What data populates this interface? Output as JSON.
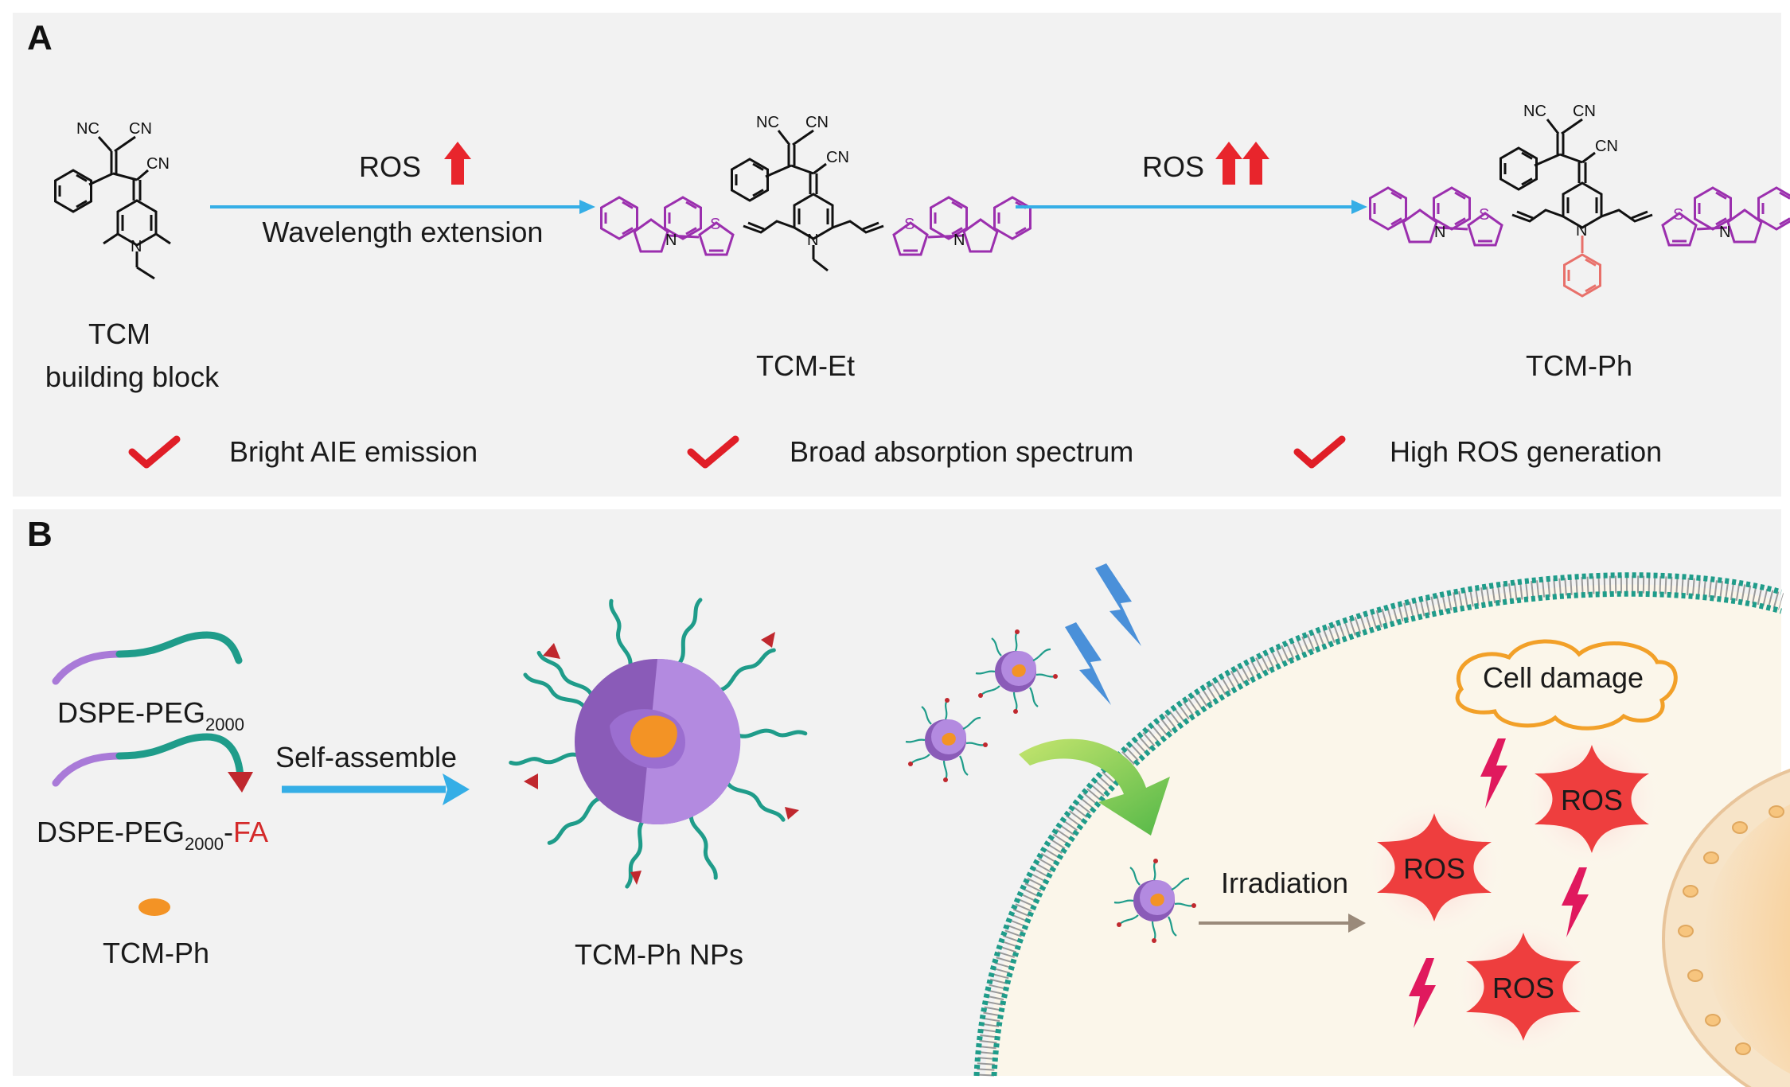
{
  "panel_a": {
    "letter": "A",
    "compounds": [
      {
        "name": "TCM",
        "subtitle": "building block"
      },
      {
        "name": "TCM-Et"
      },
      {
        "name": "TCM-Ph"
      }
    ],
    "arrow1": {
      "top": "ROS",
      "bottom": "Wavelength extension"
    },
    "arrow2": {
      "top": "ROS"
    },
    "atoms": {
      "nc": "NC",
      "cn": "CN",
      "n": "N",
      "s": "S"
    },
    "features": [
      "Bright AIE emission",
      "Broad absorption spectrum",
      "High ROS generation"
    ]
  },
  "panel_b": {
    "letter": "B",
    "legend": {
      "peg": "DSPE-PEG",
      "peg_sub": "2000",
      "pegfa": "DSPE-PEG",
      "pegfa_sub": "2000",
      "pegfa_dash": "-",
      "pegfa_fa": "FA",
      "dye": "TCM-Ph"
    },
    "assemble_label": "Self-assemble",
    "np_label": "TCM-Ph NPs",
    "irradiation_label": "Irradiation",
    "damage_label": "Cell  damage",
    "ros_label": "ROS"
  },
  "colors": {
    "panel_bg": "#f2f2f2",
    "arrow_blue": "#35aee6",
    "ros_red": "#e8252c",
    "check_red": "#e01e27",
    "carbazole_purple": "#9b2fae",
    "phenyl_salmon": "#e8706a",
    "membrane_teal": "#1f9c8a",
    "cell_interior": "#fbf6ea",
    "nanoparticle_purple": "#a97ad8",
    "core_orange": "#f39325",
    "damage_orange": "#f2a028",
    "ros_star": "#ee3e3e"
  }
}
